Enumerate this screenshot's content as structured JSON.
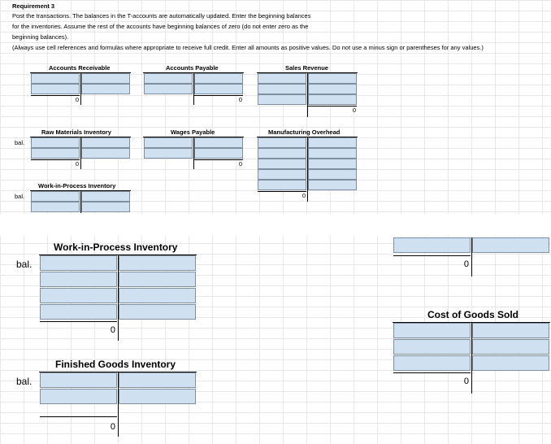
{
  "requirement": {
    "title": "Requirement 3",
    "line1": "Post the transactions. The balances in the T-accounts are automatically updated. Enter the beginning balances",
    "line2": "for the inventories. Assume the rest of the accounts have beginning balances of zero (do not enter zero as the",
    "line3": "beginning balances).",
    "note": "(Always use cell references and formulas where appropriate to receive full credit. Enter all amounts as positive values. Do not use a minus sign or parentheses for any values.)"
  },
  "small_accounts": {
    "ar": {
      "title": "Accounts Receivable",
      "balance": "0"
    },
    "ap": {
      "title": "Accounts Payable",
      "balance": "0"
    },
    "sales": {
      "title": "Sales Revenue",
      "balance": "0"
    },
    "rm": {
      "title": "Raw Materials Inventory",
      "bal_label": "bal.",
      "balance": "0"
    },
    "wages": {
      "title": "Wages Payable",
      "balance": "0"
    },
    "moh": {
      "title": "Manufacturing Overhead",
      "balance": "0"
    },
    "wip": {
      "title": "Work-in-Process Inventory",
      "bal_label": "bal."
    }
  },
  "large_accounts": {
    "wip": {
      "title": "Work-in-Process Inventory",
      "bal_label": "bal.",
      "balance": "0"
    },
    "fg": {
      "title": "Finished Goods Inventory",
      "bal_label": "bal.",
      "balance": "0"
    },
    "right_top": {
      "balance": "0"
    },
    "cogs": {
      "title": "Cost of Goods Sold",
      "balance": "0"
    }
  },
  "colors": {
    "input_fill": "#cfe0f0",
    "grid": "#d4d4d4"
  }
}
